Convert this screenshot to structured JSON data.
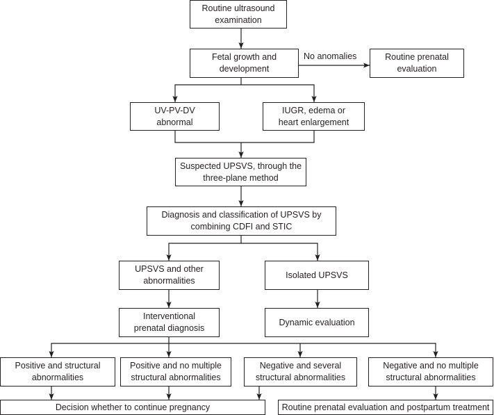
{
  "flowchart": {
    "screening": {
      "routine_ultrasound": "Routine ultrasound\nexamination",
      "fetal_growth": "Fetal growth and\ndevelopment",
      "no_anomalies_label": "No anomalies",
      "routine_prenatal_evaluation": "Routine prenatal\nevaluation"
    },
    "findings": {
      "uv_pv_dv_abnormal": "UV-PV-DV\nabnormal",
      "iugr_edema_heart": "IUGR, edema or\nheart enlargement"
    },
    "suspected_upsvs": "Suspected UPSVS, through the\nthree-plane method",
    "diagnosis_classification": "Diagnosis and classification of UPSVS by\ncombining CDFI and STIC",
    "branches": {
      "upsvs_other": "UPSVS and other\nabnormalities",
      "isolated_upsvs": "Isolated UPSVS",
      "interventional_diagnosis": "Interventional\nprenatal diagnosis",
      "dynamic_evaluation": "Dynamic evaluation"
    },
    "outcomes": [
      "Positive and structural\nabnormalities",
      "Positive and no multiple\nstructural abnormalities",
      "Negative and several\nstructural abnormalities",
      "Negative and no multiple\nstructural abnormalities"
    ],
    "decision_continue_pregnancy": "Decision whether to continue pregnancy",
    "routine_evaluation_postpartum": "Routine prenatal evaluation and postpartum treatment"
  }
}
